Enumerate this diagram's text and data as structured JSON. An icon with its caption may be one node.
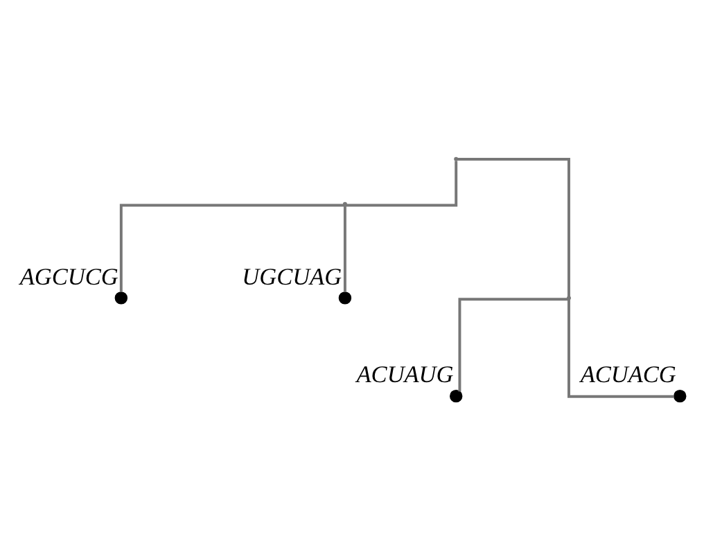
{
  "diagram": {
    "nodes": [
      {
        "text": [],
        "shape": "junction"
      },
      {
        "text": [],
        "shape": "junction"
      },
      {
        "text": [],
        "shape": "circle",
        "beside": [
          "AGCUCG"
        ]
      },
      {
        "text": [],
        "shape": "circle",
        "beside": [
          "UGCUAG"
        ]
      },
      {
        "text": [],
        "shape": "junction"
      },
      {
        "text": [],
        "shape": "circle",
        "beside": [
          "ACUAUG"
        ]
      },
      {
        "text": [],
        "shape": "circle",
        "beside": [
          "ACUACG"
        ]
      }
    ],
    "edges": [
      {
        "from": 0,
        "to": 1,
        "arrow": "none"
      },
      {
        "from": 1,
        "to": 2,
        "arrow": "none"
      },
      {
        "from": 1,
        "to": 3,
        "arrow": "none"
      },
      {
        "from": 0,
        "to": 4,
        "arrow": "none"
      },
      {
        "from": 4,
        "to": 5,
        "arrow": "none"
      },
      {
        "from": 4,
        "to": 6,
        "arrow": "none"
      }
    ]
  }
}
